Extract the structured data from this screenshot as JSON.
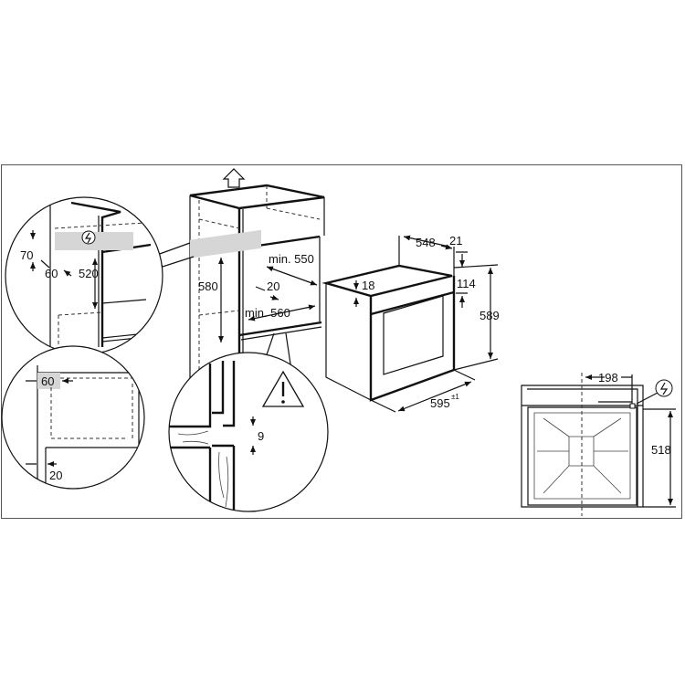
{
  "detail_top": {
    "height_label": "70",
    "depth_label": "60",
    "bottom_label": "520",
    "power_icon": "lightning-circle-icon"
  },
  "detail_side": {
    "top_label": "60",
    "bottom_label": "20"
  },
  "cabinet": {
    "height_label": "580",
    "depth_label": "min. 550",
    "gap_label": "20",
    "width_label": "min. 560",
    "vent_icon": "arrow-up-icon"
  },
  "detail_floor": {
    "gap_label": "9",
    "warning_icon": "warning-triangle-icon"
  },
  "oven": {
    "depth_label": "548",
    "front_label": "21",
    "top_label": "18",
    "panel_label": "114",
    "height_label": "589",
    "width_label": "595",
    "tolerance_label": "±1"
  },
  "back_view": {
    "offset_label": "198",
    "height_label": "518",
    "power_icon": "lightning-circle-icon"
  },
  "colors": {
    "line": "#111111",
    "highlight": "#d6d6d6"
  }
}
